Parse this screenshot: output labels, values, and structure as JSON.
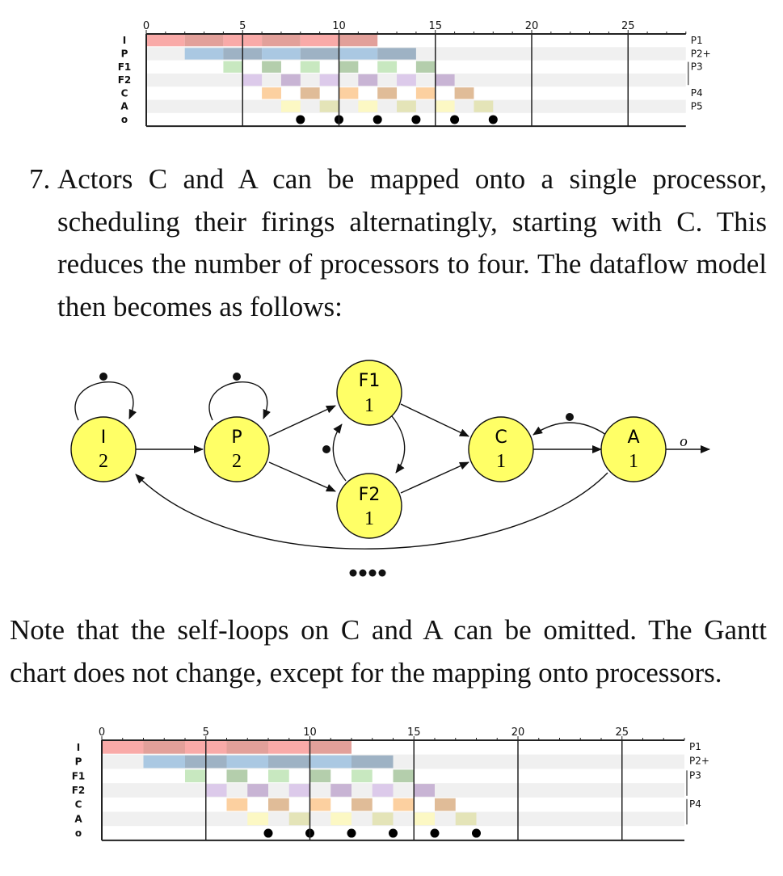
{
  "gantt_top": {
    "x_ticks": [
      "0",
      "5",
      "10",
      "15",
      "20",
      "25"
    ],
    "x_tick_values": [
      0,
      5,
      10,
      15,
      20,
      25
    ],
    "x_max": 28,
    "rows": [
      "I",
      "P",
      "F1",
      "F2",
      "C",
      "A",
      "o"
    ],
    "processor_labels": [
      "P1",
      "P2+",
      "P3",
      "P4",
      "P5"
    ],
    "row_groups": [
      {
        "label": "P1",
        "rows": [
          "I"
        ]
      },
      {
        "label": "P2+",
        "rows": [
          "P"
        ]
      },
      {
        "label": "P3",
        "rows": [
          "F1",
          "F2"
        ]
      },
      {
        "label": "P4",
        "rows": [
          "C"
        ]
      },
      {
        "label": "P5",
        "rows": [
          "A"
        ]
      }
    ],
    "vertical_lines": [
      5,
      10,
      15,
      20,
      25
    ],
    "firings": {
      "I": [
        [
          0,
          2
        ],
        [
          2,
          4
        ],
        [
          4,
          6
        ],
        [
          6,
          8
        ],
        [
          8,
          10
        ],
        [
          10,
          12
        ]
      ],
      "P": [
        [
          2,
          4
        ],
        [
          4,
          6
        ],
        [
          6,
          8
        ],
        [
          8,
          10
        ],
        [
          10,
          12
        ],
        [
          12,
          14
        ]
      ],
      "F1": [
        [
          4,
          5
        ],
        [
          6,
          7
        ],
        [
          8,
          9
        ],
        [
          10,
          11
        ],
        [
          12,
          13
        ],
        [
          14,
          15
        ]
      ],
      "F2": [
        [
          5,
          6
        ],
        [
          7,
          8
        ],
        [
          9,
          10
        ],
        [
          11,
          12
        ],
        [
          13,
          14
        ],
        [
          15,
          16
        ]
      ],
      "C": [
        [
          6,
          7
        ],
        [
          8,
          9
        ],
        [
          10,
          11
        ],
        [
          12,
          13
        ],
        [
          14,
          15
        ],
        [
          16,
          17
        ]
      ],
      "A": [
        [
          7,
          8
        ],
        [
          9,
          10
        ],
        [
          11,
          12
        ],
        [
          13,
          14
        ],
        [
          15,
          16
        ],
        [
          17,
          18
        ]
      ]
    },
    "outputs": [
      8,
      10,
      12,
      14,
      16,
      18
    ]
  },
  "step7": {
    "number": "7.",
    "lines": [
      "Actors C and A can be mapped onto a single processor,",
      "scheduling their firings alternatingly, starting with C. This",
      "reduces the number of processors to four. The dataflow model",
      "then becomes as follows:"
    ]
  },
  "graph": {
    "actors": [
      {
        "name": "I",
        "exec_time": "2"
      },
      {
        "name": "P",
        "exec_time": "2"
      },
      {
        "name": "F1",
        "exec_time": "1"
      },
      {
        "name": "F2",
        "exec_time": "1"
      },
      {
        "name": "C",
        "exec_time": "1"
      },
      {
        "name": "A",
        "exec_time": "1"
      }
    ],
    "output_label": "o",
    "node_fill": "#ffff66",
    "initial_tokens": {
      "I_self": 1,
      "P_self": 1,
      "F2_F1": 1,
      "A_C": 1,
      "A_I": 4
    }
  },
  "note": {
    "lines": [
      "Note that the self-loops on C and A can be omitted. The Gantt",
      "chart does not change, except for the mapping onto processors."
    ]
  },
  "gantt_bottom": {
    "x_ticks": [
      "0",
      "5",
      "10",
      "15",
      "20",
      "25"
    ],
    "x_tick_values": [
      0,
      5,
      10,
      15,
      20,
      25
    ],
    "x_max": 28,
    "rows": [
      "I",
      "P",
      "F1",
      "F2",
      "C",
      "A",
      "o"
    ],
    "processor_labels": [
      "P1",
      "P2+",
      "P3",
      "P4"
    ],
    "row_groups": [
      {
        "label": "P1",
        "rows": [
          "I"
        ]
      },
      {
        "label": "P2+",
        "rows": [
          "P"
        ]
      },
      {
        "label": "P3",
        "rows": [
          "F1",
          "F2"
        ]
      },
      {
        "label": "P4",
        "rows": [
          "C",
          "A"
        ]
      }
    ],
    "vertical_lines": [
      5,
      10,
      15,
      20,
      25
    ],
    "firings": {
      "I": [
        [
          0,
          2
        ],
        [
          2,
          4
        ],
        [
          4,
          6
        ],
        [
          6,
          8
        ],
        [
          8,
          10
        ],
        [
          10,
          12
        ]
      ],
      "P": [
        [
          2,
          4
        ],
        [
          4,
          6
        ],
        [
          6,
          8
        ],
        [
          8,
          10
        ],
        [
          10,
          12
        ],
        [
          12,
          14
        ]
      ],
      "F1": [
        [
          4,
          5
        ],
        [
          6,
          7
        ],
        [
          8,
          9
        ],
        [
          10,
          11
        ],
        [
          12,
          13
        ],
        [
          14,
          15
        ]
      ],
      "F2": [
        [
          5,
          6
        ],
        [
          7,
          8
        ],
        [
          9,
          10
        ],
        [
          11,
          12
        ],
        [
          13,
          14
        ],
        [
          15,
          16
        ]
      ],
      "C": [
        [
          6,
          7
        ],
        [
          8,
          9
        ],
        [
          10,
          11
        ],
        [
          12,
          13
        ],
        [
          14,
          15
        ],
        [
          16,
          17
        ]
      ],
      "A": [
        [
          7,
          8
        ],
        [
          9,
          10
        ],
        [
          11,
          12
        ],
        [
          13,
          14
        ],
        [
          15,
          16
        ],
        [
          17,
          18
        ]
      ]
    },
    "outputs": [
      8,
      10,
      12,
      14,
      16,
      18
    ]
  },
  "colors": {
    "I": [
      "#f9aaa8",
      "#e2a09a"
    ],
    "P": [
      "#aac8e2",
      "#9eb2c4"
    ],
    "F1": [
      "#c8e8c0",
      "#b4ceac"
    ],
    "F2": [
      "#dccaea",
      "#c8b4d4"
    ],
    "C": [
      "#fcd0a0",
      "#e0bc98"
    ],
    "A": [
      "#fcf8c4",
      "#e4e4b8"
    ],
    "stripe": "#f0f0f0",
    "line": "#222222"
  }
}
